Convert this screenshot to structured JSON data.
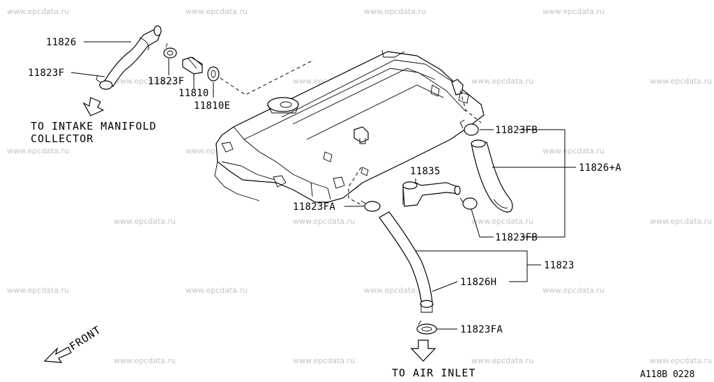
{
  "watermark": "www.epcdata.ru",
  "labels": {
    "p11826": "11826",
    "p11823f_left": "11823F",
    "p11823f_mid": "11823F",
    "p11810": "11810",
    "p11810e": "11810E",
    "p11823fb_top": "11823FB",
    "p11826a": "11826+A",
    "p11835": "11835",
    "p11823fa_mid": "11823FA",
    "p11823fb_bot": "11823FB",
    "p11823": "11823",
    "p11826h": "11826H",
    "p11823fa_bot": "11823FA"
  },
  "notes": {
    "intake_line1": "TO INTAKE MANIFOLD",
    "intake_line2": "COLLECTOR",
    "air_inlet": "TO AIR INLET",
    "front": "FRONT"
  },
  "diagram_code": "A118B 0228",
  "icons": [
    "arrow-down-icon",
    "arrow-front-icon"
  ]
}
